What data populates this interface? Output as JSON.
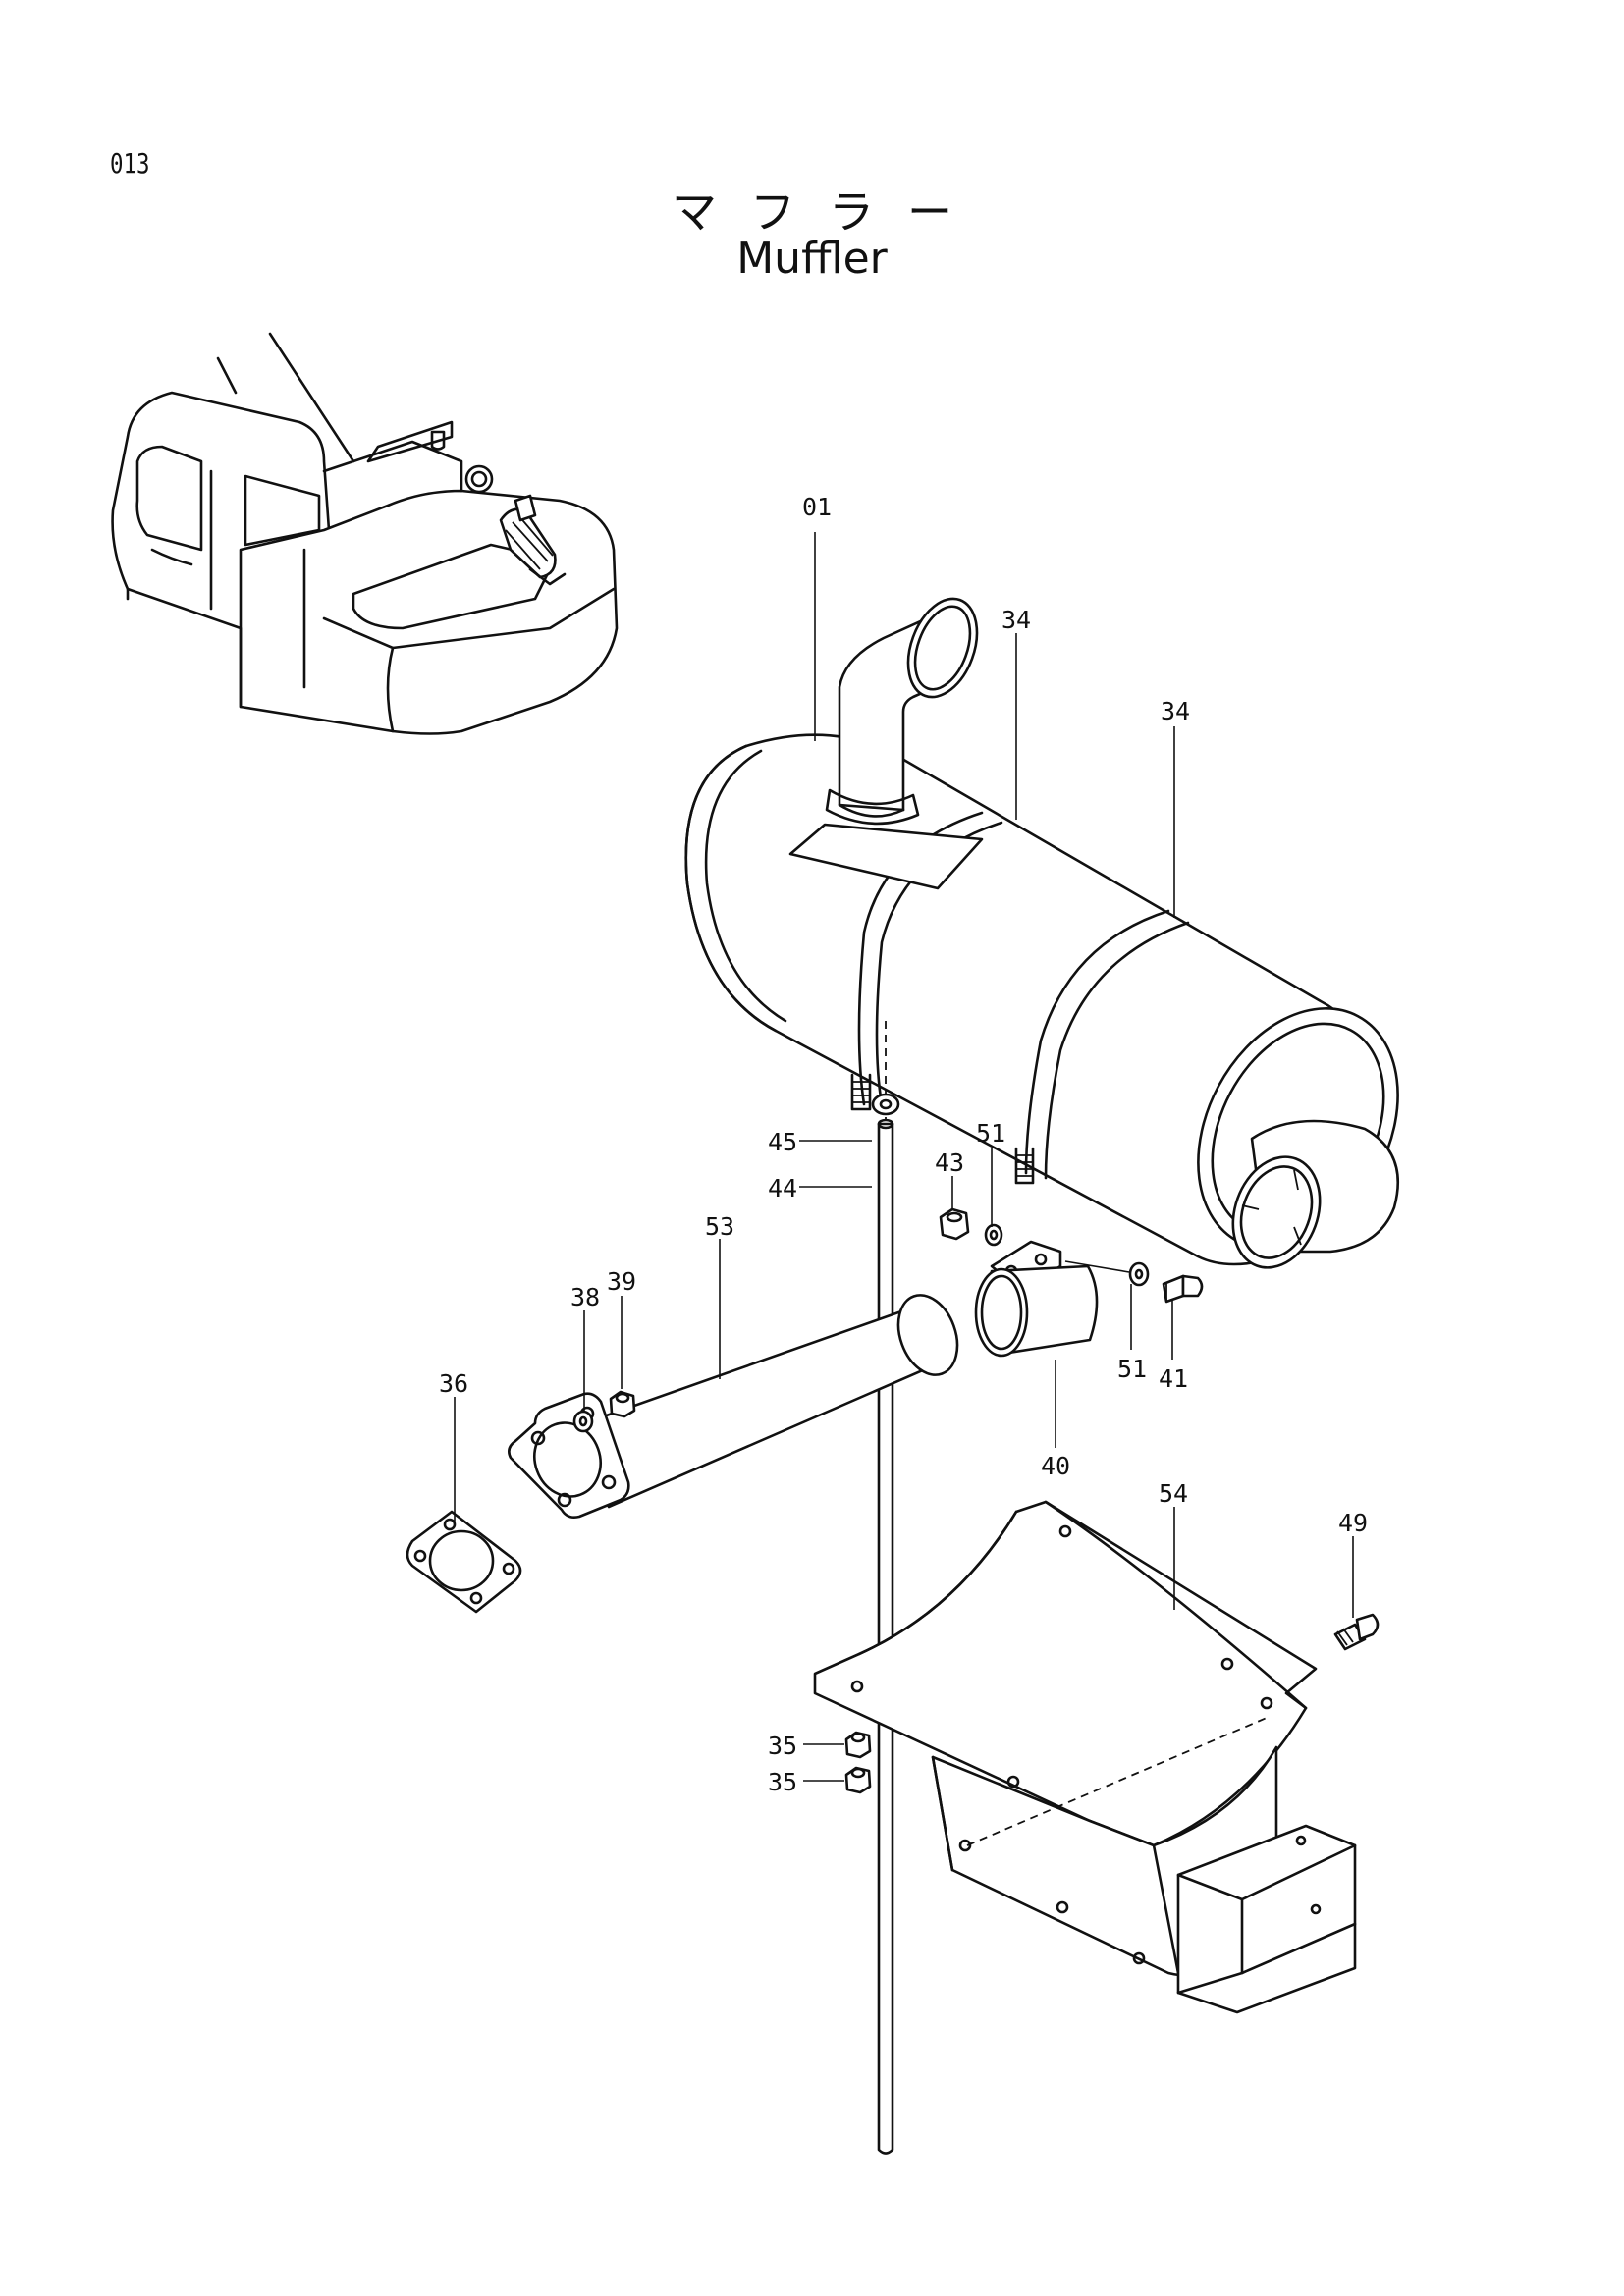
{
  "page": {
    "number": "013",
    "title_ja": "マフラー",
    "title_en": "Muffler"
  },
  "callouts": [
    {
      "id": "c01",
      "text": "01"
    },
    {
      "id": "c34a",
      "text": "34"
    },
    {
      "id": "c34b",
      "text": "34"
    },
    {
      "id": "c45",
      "text": "45"
    },
    {
      "id": "c44",
      "text": "44"
    },
    {
      "id": "c43",
      "text": "43"
    },
    {
      "id": "c51a",
      "text": "51"
    },
    {
      "id": "c53",
      "text": "53"
    },
    {
      "id": "c38",
      "text": "38"
    },
    {
      "id": "c39",
      "text": "39"
    },
    {
      "id": "c36",
      "text": "36"
    },
    {
      "id": "c51b",
      "text": "51"
    },
    {
      "id": "c41",
      "text": "41"
    },
    {
      "id": "c40",
      "text": "40"
    },
    {
      "id": "c54",
      "text": "54"
    },
    {
      "id": "c49",
      "text": "49"
    },
    {
      "id": "c35a",
      "text": "35"
    },
    {
      "id": "c35b",
      "text": "35"
    }
  ]
}
